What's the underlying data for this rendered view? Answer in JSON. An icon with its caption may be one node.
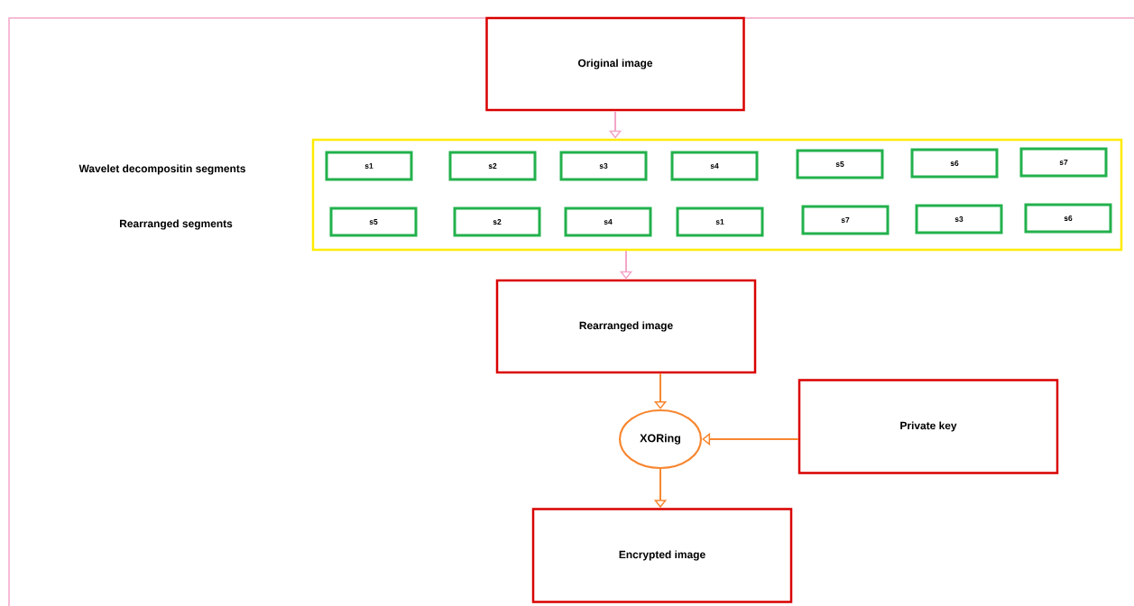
{
  "diagram": {
    "nodes": [
      {
        "text": [
          "Original image"
        ]
      },
      {
        "text": [],
        "shape": "box"
      },
      {
        "text": [
          "s1"
        ],
        "in": 1
      },
      {
        "text": [
          "s2"
        ],
        "in": 1
      },
      {
        "text": [
          "s3"
        ],
        "in": 1
      },
      {
        "text": [
          "s4"
        ],
        "in": 1
      },
      {
        "text": [
          "s5"
        ],
        "in": 1
      },
      {
        "text": [
          "s6"
        ],
        "in": 1
      },
      {
        "text": [
          "s7"
        ],
        "in": 1
      },
      {
        "text": [
          "s5"
        ],
        "in": 1
      },
      {
        "text": [
          "s2"
        ],
        "in": 1
      },
      {
        "text": [
          "s4"
        ],
        "in": 1
      },
      {
        "text": [
          "s1"
        ],
        "in": 1
      },
      {
        "text": [
          "s7"
        ],
        "in": 1
      },
      {
        "text": [
          "s3"
        ],
        "in": 1
      },
      {
        "text": [
          "s6"
        ],
        "in": 1
      },
      {
        "text": [
          "Rearranged image"
        ]
      },
      {
        "text": [
          "XORing"
        ]
      },
      {
        "text": [
          "Private key"
        ]
      },
      {
        "text": [
          "Encrypted image"
        ]
      }
    ],
    "edges": [
      {
        "from": 0,
        "to": 1,
        "arrow": "to",
        "color": "#f4a6c8"
      },
      {
        "from": 1,
        "to": 16,
        "arrow": "to",
        "color": "#f4a6c8"
      },
      {
        "from": 16,
        "to": 17,
        "arrow": "to"
      },
      {
        "from": 18,
        "to": 17,
        "arrow": "to"
      },
      {
        "from": 17,
        "to": 19,
        "arrow": "to"
      }
    ],
    "labels": [
      "Wavelet decompositin segments",
      "Rearranged segments"
    ]
  }
}
